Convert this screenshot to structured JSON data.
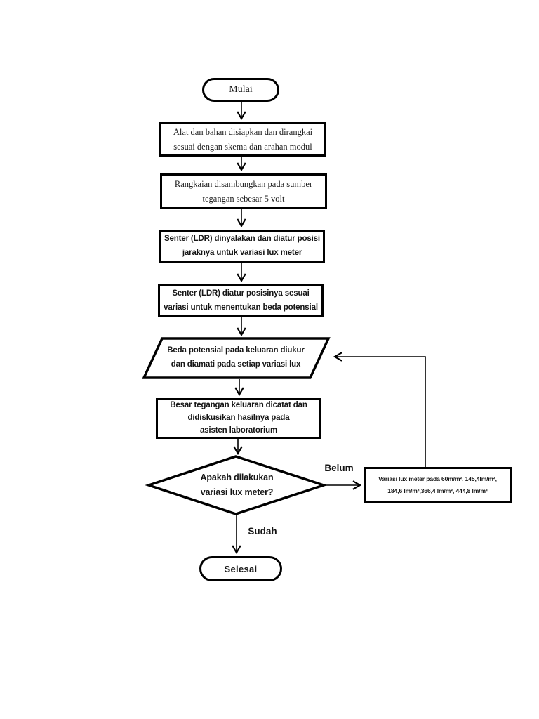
{
  "diagram": {
    "colors": {
      "stroke": "#000000",
      "fill": "#ffffff",
      "background": "#ffffff"
    },
    "nodes": {
      "start": {
        "type": "terminator",
        "label": "Mulai"
      },
      "prepare": {
        "type": "process",
        "lines": [
          "Alat dan bahan disiapkan dan dirangkai",
          "sesuai dengan skema dan arahan modul"
        ]
      },
      "connect_power": {
        "type": "process",
        "lines": [
          "Rangkaian disambungkan pada sumber",
          "tegangan sebesar 5 volt"
        ]
      },
      "turn_on_senter": {
        "type": "process",
        "lines": [
          "Senter (LDR) dinyalakan dan diatur posisi",
          "jaraknya untuk variasi lux meter"
        ]
      },
      "adjust_position": {
        "type": "process",
        "lines": [
          "Senter (LDR) diatur posisinya sesuai",
          "variasi untuk menentukan beda potensial"
        ]
      },
      "measure_output": {
        "type": "input-output",
        "lines": [
          "Beda potensial pada keluaran diukur",
          "dan diamati pada setiap variasi lux"
        ]
      },
      "record_discuss": {
        "type": "process",
        "lines": [
          "Besar tegangan keluaran dicatat dan",
          "didiskusikan hasilnya pada",
          "asisten laboratorium"
        ]
      },
      "decision": {
        "type": "decision",
        "lines": [
          "Apakah dilakukan",
          "variasi lux meter?"
        ]
      },
      "lux_variation": {
        "type": "process",
        "lines": [
          "Variasi lux meter pada 60m/m², 145,4lm/m²,",
          "184,6 lm/m²,366,4 lm/m², 444,8 lm/m²"
        ]
      },
      "end": {
        "type": "terminator",
        "label": "Selesai"
      }
    },
    "edge_labels": {
      "no": "Belum",
      "yes": "Sudah"
    }
  }
}
